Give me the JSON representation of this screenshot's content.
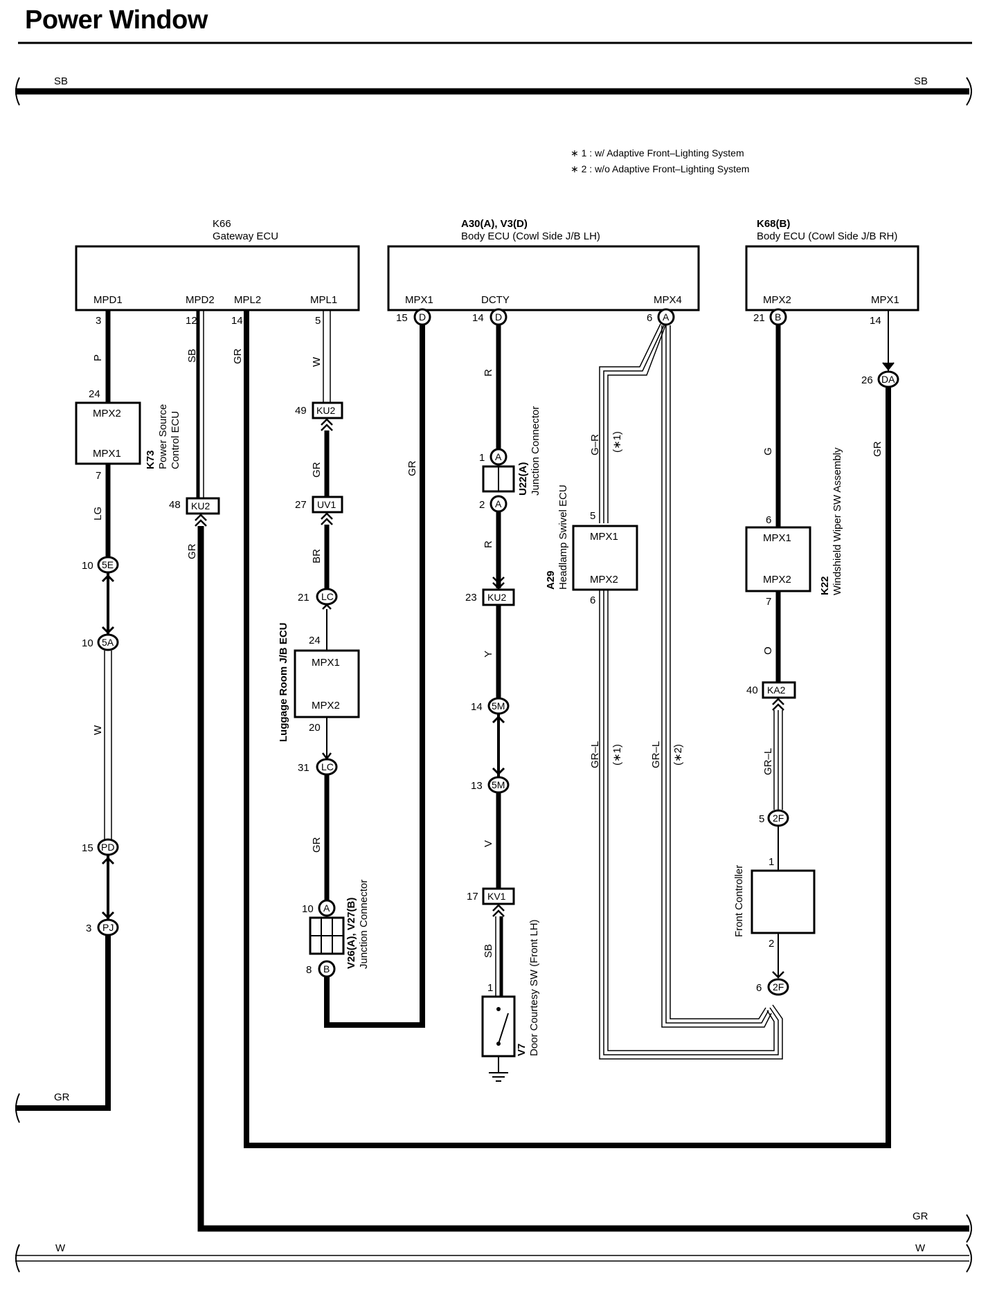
{
  "title": "Power Window",
  "notes": [
    "∗ 1 : w/ Adaptive Front–Lighting System",
    "∗ 2 : w/o Adaptive Front–Lighting System"
  ],
  "buses": {
    "top": "SB",
    "bottom_gr": "GR",
    "bottom_w": "W",
    "left_gr": "GR"
  },
  "components": {
    "k66": {
      "code": "K66",
      "name": "Gateway ECU",
      "terminals": [
        "MPD1",
        "MPD2",
        "MPL2",
        "MPL1"
      ]
    },
    "a30": {
      "code": "A30(A), V3(D)",
      "name": "Body ECU (Cowl Side J/B LH)",
      "terminals": [
        "MPX1",
        "DCTY",
        "MPX4"
      ]
    },
    "k68": {
      "code": "K68(B)",
      "name": "Body ECU (Cowl Side J/B RH)",
      "terminals": [
        "MPX2",
        "MPX1"
      ]
    },
    "k73": {
      "code": "K73",
      "name": "Power Source\nControl ECU",
      "terminals": [
        "MPX2",
        "MPX1"
      ]
    },
    "luggage": {
      "name": "Luggage Room J/B ECU",
      "terminals": [
        "MPX1",
        "MPX2"
      ]
    },
    "a29": {
      "code": "A29",
      "name": "Headlamp Swivel ECU",
      "terminals": [
        "MPX1",
        "MPX2"
      ]
    },
    "k22": {
      "code": "K22",
      "name": "Windshield Wiper SW Assembly",
      "terminals": [
        "MPX1",
        "MPX2"
      ]
    },
    "u22": {
      "code": "U22(A)",
      "name": "Junction Connector"
    },
    "v26": {
      "code": "V26(A), V27(B)",
      "name": "Junction Connector"
    },
    "v7": {
      "code": "V7",
      "name": "Door Courtesy SW (Front LH)"
    },
    "front": {
      "name": "Front Controller"
    }
  },
  "wire_colors": {
    "p": "P",
    "lg": "LG",
    "w": "W",
    "sb": "SB",
    "gr": "GR",
    "br": "BR",
    "r": "R",
    "y": "Y",
    "v": "V",
    "gr_r": "G–R",
    "gr_l": "GR–L",
    "g": "G",
    "o": "O",
    "star1": "(∗1)",
    "star2": "(∗2)"
  },
  "connectors": {
    "ku2": "KU2",
    "uv1": "UV1",
    "lc": "LC",
    "e5": "5E",
    "a5": "5A",
    "pd": "PD",
    "pj": "PJ",
    "a": "A",
    "b": "B",
    "d": "D",
    "m5": "5M",
    "kv1": "KV1",
    "ka2": "KA2",
    "f2": "2F",
    "da": "DA"
  },
  "pins": {
    "p3": "3",
    "p12": "12",
    "p14": "14",
    "p5": "5",
    "p15": "15",
    "p6": "6",
    "p21": "21",
    "p24": "24",
    "p7": "7",
    "p48": "48",
    "p49": "49",
    "p27": "27",
    "p10": "10",
    "p1": "1",
    "p2": "2",
    "p23": "23",
    "p20": "20",
    "p31": "31",
    "p8": "8",
    "p13": "13",
    "p17": "17",
    "p26": "26",
    "p40": "40"
  }
}
